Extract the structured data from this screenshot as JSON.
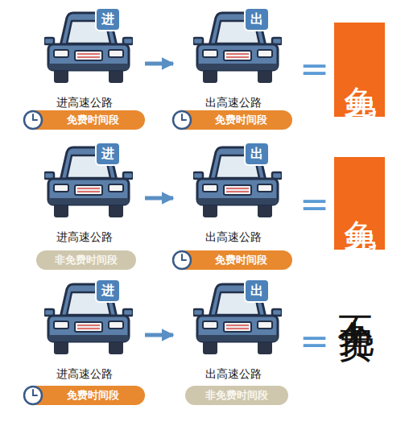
{
  "diagram": {
    "nodes": [
      {
        "text": [
          "进",
          "进高速公路"
        ]
      },
      {
        "text": [
          "免费时间段"
        ]
      },
      {
        "text": [
          "出",
          "出高速公路"
        ]
      },
      {
        "text": [
          "免费时间段"
        ]
      },
      {
        "text": [
          "免费"
        ]
      },
      {
        "text": [
          "进",
          "进高速公路"
        ]
      },
      {
        "text": [
          "非免费时间段"
        ]
      },
      {
        "text": [
          "出",
          "出高速公路"
        ]
      },
      {
        "text": [
          "免费时间段"
        ]
      },
      {
        "text": [
          "免费"
        ]
      },
      {
        "text": [
          "进",
          "进高速公路"
        ]
      },
      {
        "text": [
          "免费时间段"
        ]
      },
      {
        "text": [
          "出",
          "出高速公路"
        ]
      },
      {
        "text": [
          "非免费时间段"
        ]
      }
    ],
    "edges": [
      {
        "from": 0,
        "to": 2,
        "arrow": "to"
      },
      {
        "from": 5,
        "to": 7,
        "arrow": "to"
      },
      {
        "from": 10,
        "to": 12,
        "arrow": "to"
      }
    ],
    "labels": [
      "=",
      "=",
      "=",
      "不免费"
    ]
  }
}
